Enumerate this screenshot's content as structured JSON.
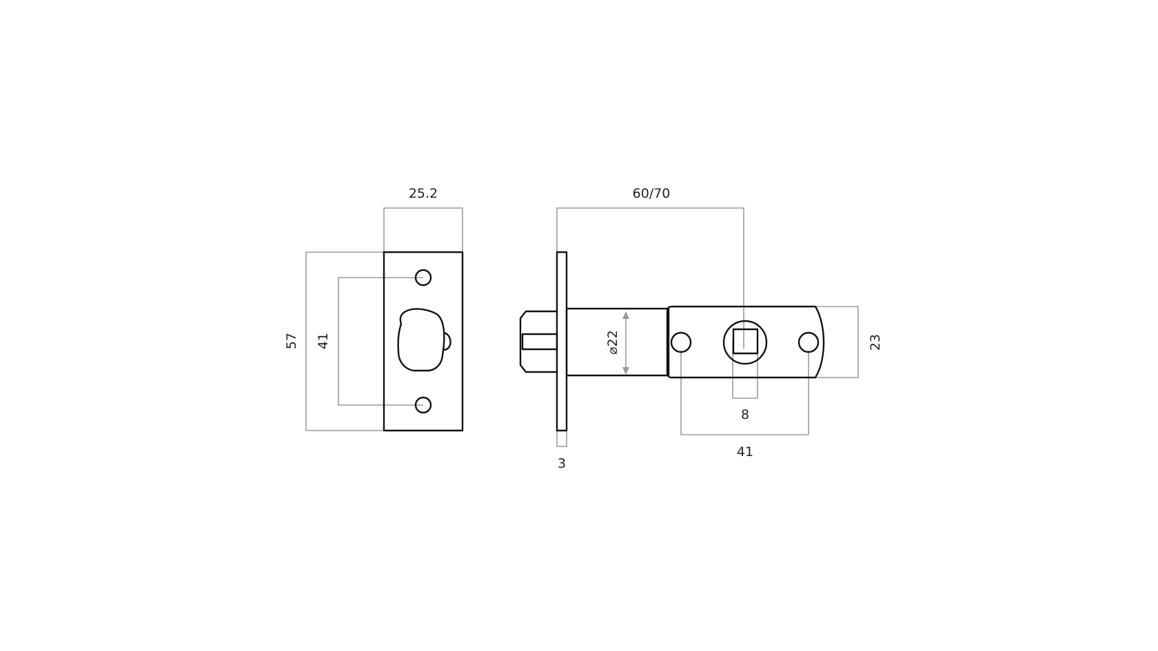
{
  "drawing": {
    "colors": {
      "outline": "#111111",
      "dimension_line": "#9a9a9a",
      "text": "#222222",
      "background": "#ffffff"
    },
    "front_view": {
      "dim_width": "25.2",
      "dim_height": "57",
      "dim_hole_spacing": "41"
    },
    "side_view": {
      "dim_backset": "60/70",
      "dim_diameter": "⌀22",
      "dim_case_height": "23",
      "dim_spindle": "8",
      "dim_hole_spacing": "41",
      "dim_faceplate_thickness": "3"
    }
  }
}
